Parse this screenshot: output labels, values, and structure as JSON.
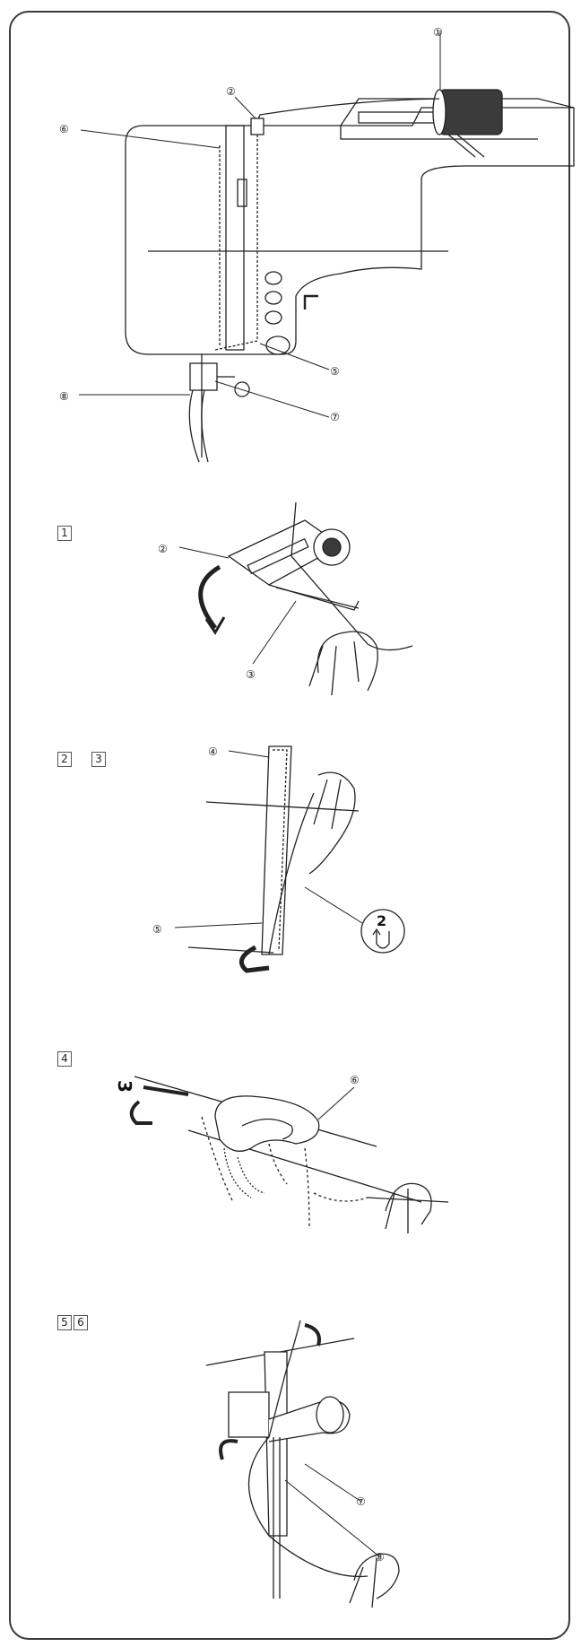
{
  "overview": {
    "callouts": [
      "①",
      "②",
      "⑤",
      "⑥",
      "⑦",
      "⑧"
    ]
  },
  "steps": [
    {
      "id": "step-1",
      "boxes": [
        "1"
      ],
      "callouts": [
        "②",
        "③"
      ]
    },
    {
      "id": "step-2-3",
      "boxes": [
        "2",
        "3"
      ],
      "callouts": [
        "④",
        "⑤"
      ],
      "inset_number": "2"
    },
    {
      "id": "step-4",
      "boxes": [
        "4"
      ],
      "callouts": [
        "⑥"
      ],
      "side_number": "3"
    },
    {
      "id": "step-5-6",
      "boxes": [
        "5",
        "6"
      ],
      "callouts": [
        "⑦",
        "⑧"
      ]
    }
  ]
}
